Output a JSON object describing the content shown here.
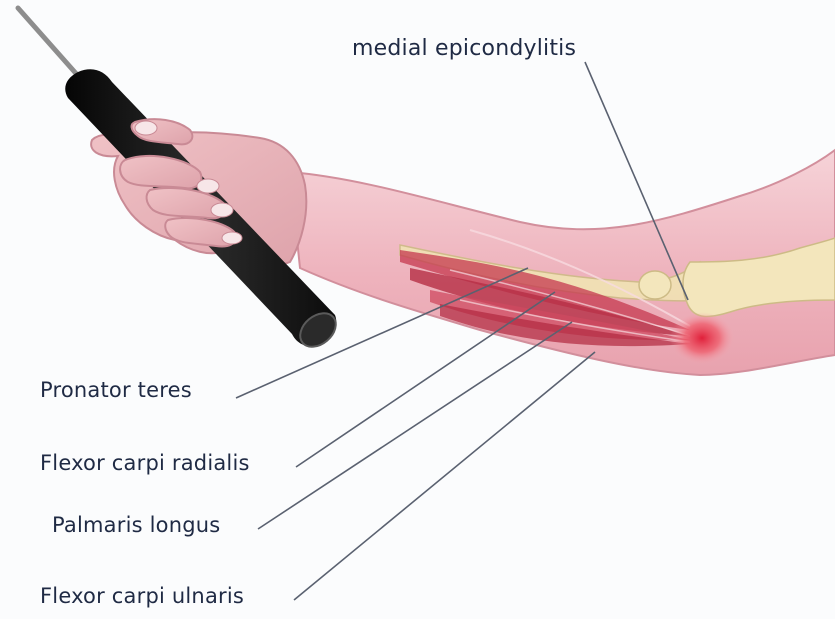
{
  "labels": {
    "medial_epicondylitis": "medial epicondylitis",
    "pronator_teres": "Pronator teres",
    "flexor_carpi_radialis": "Flexor carpi radialis",
    "palmaris_longus": "Palmaris longus",
    "flexor_carpi_ulnaris": "Flexor carpi ulnaris"
  },
  "colors": {
    "skin": "#f3c6cc",
    "muscle": "#c6384f",
    "bone": "#f1e3b4",
    "inflammation": "#e0203a",
    "handle": "#1b1b1b",
    "leader": "#5a6170",
    "text": "#1f2a44"
  }
}
